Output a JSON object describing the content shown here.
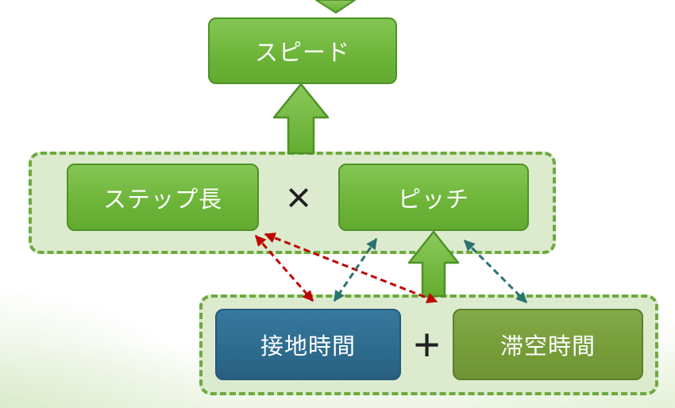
{
  "diagram": {
    "nodes": {
      "speed": {
        "label": "スピード",
        "fill": "#6cb438"
      },
      "step_length": {
        "label": "ステップ長",
        "fill": "#6cb438"
      },
      "pitch": {
        "label": "ピッチ",
        "fill": "#6cb438"
      },
      "contact_time": {
        "label": "接地時間",
        "fill": "#2d6b8e"
      },
      "flight_time": {
        "label": "滞空時間",
        "fill": "#769c39"
      }
    },
    "operators": {
      "multiply": "×",
      "plus": "+"
    },
    "edges": [
      {
        "from": "step-pitch-group",
        "to": "speed",
        "type": "block-arrow",
        "color": "#6cb438"
      },
      {
        "from": "contact-flight-group",
        "to": "pitch",
        "type": "block-arrow",
        "color": "#6cb438"
      },
      {
        "from": "step_length",
        "to": "contact_time",
        "type": "dashed-double-arrow",
        "color": "#c00000"
      },
      {
        "from": "step_length",
        "to": "flight_time",
        "type": "dashed-double-arrow",
        "color": "#c00000"
      },
      {
        "from": "pitch",
        "to": "contact_time",
        "type": "dashed-double-arrow",
        "color": "#2a7470"
      },
      {
        "from": "pitch",
        "to": "flight_time",
        "type": "dashed-double-arrow",
        "color": "#2a7470"
      }
    ],
    "colors": {
      "node_green": "#6cb438",
      "node_green_border": "#4e9227",
      "node_teal": "#2d6b8e",
      "node_olive": "#769c39",
      "group_fill": "#dcebce",
      "group_border": "#6ea93f",
      "block_arrow_green": "#71ba3f",
      "dashed_red": "#c00000",
      "dashed_teal": "#2a7470",
      "operator_color": "#1f1f1f"
    }
  }
}
